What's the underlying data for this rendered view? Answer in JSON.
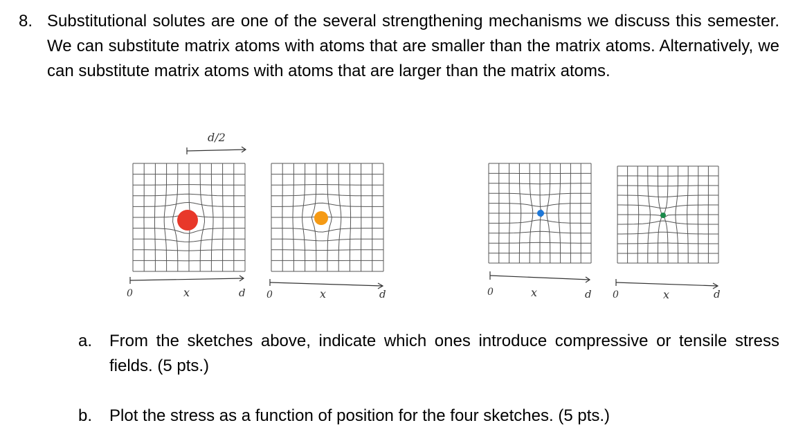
{
  "question": {
    "number": "8.",
    "text": "Substitutional solutes are one of the several strengthening mechanisms we discuss this semester. We can substitute matrix atoms with atoms that are smaller than the matrix atoms. Alternatively, we can substitute matrix atoms with atoms that are larger than the matrix atoms."
  },
  "sketches": {
    "annotation_top": "d/2",
    "axis_origin": "0",
    "axis_mid": "x",
    "axis_end": "d",
    "atom_colors": [
      "#e8382a",
      "#f59a14",
      "#1e78d8",
      "#1a8a4a"
    ]
  },
  "parts": {
    "a_mark": "a.",
    "a_text": "From the sketches above, indicate which ones introduce compressive or tensile stress fields. (5 pts.)",
    "b_mark": "b.",
    "b_text": "Plot the stress as a function of position for the four sketches. (5 pts.)"
  }
}
